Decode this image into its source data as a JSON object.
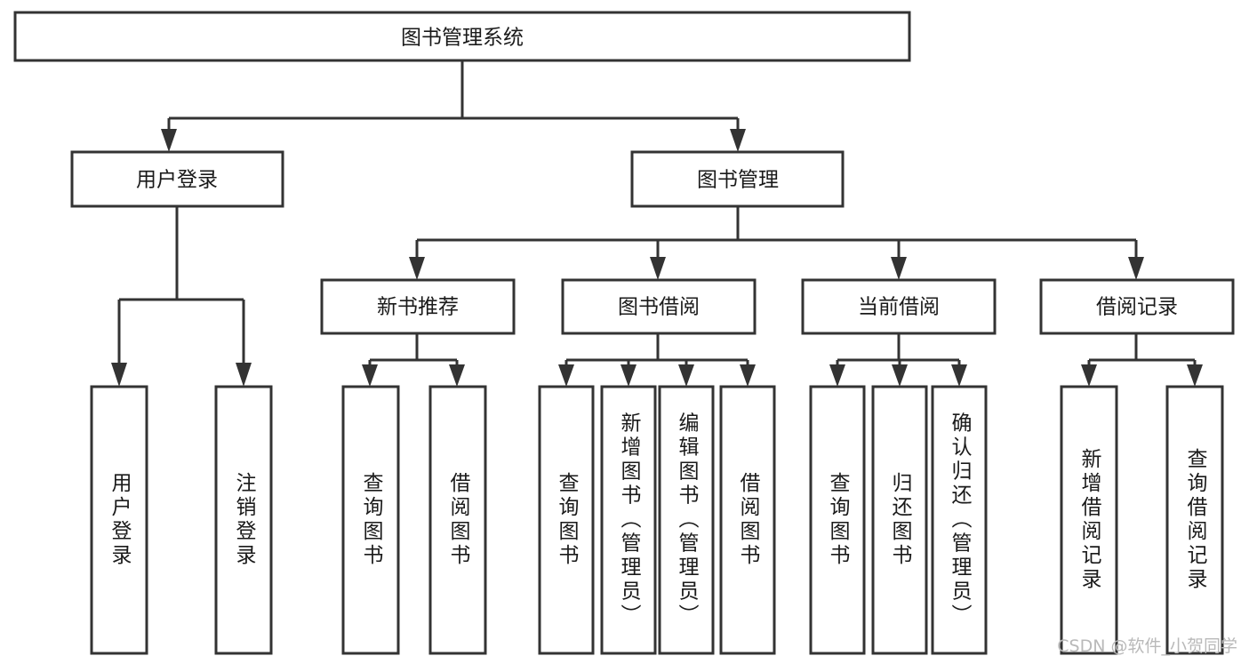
{
  "diagram": {
    "type": "tree-hierarchy",
    "title": "图书管理系统",
    "root": {
      "id": "root",
      "label": "图书管理系统",
      "orientation": "horizontal"
    },
    "level2": [
      {
        "id": "user-login",
        "label": "用户登录",
        "orientation": "horizontal"
      },
      {
        "id": "book-management",
        "label": "图书管理",
        "orientation": "horizontal"
      }
    ],
    "level3": [
      {
        "id": "new-book-recommend",
        "label": "新书推荐",
        "orientation": "horizontal",
        "parent": "book-management"
      },
      {
        "id": "book-borrow",
        "label": "图书借阅",
        "orientation": "horizontal",
        "parent": "book-management"
      },
      {
        "id": "current-borrow",
        "label": "当前借阅",
        "orientation": "horizontal",
        "parent": "book-management"
      },
      {
        "id": "borrow-record",
        "label": "借阅记录",
        "orientation": "horizontal",
        "parent": "book-management"
      }
    ],
    "leaves": [
      {
        "id": "leaf-user-login",
        "label": "用户登录",
        "orientation": "vertical",
        "parent": "user-login"
      },
      {
        "id": "leaf-user-logout",
        "label": "注销登录",
        "orientation": "vertical",
        "parent": "user-login"
      },
      {
        "id": "leaf-query-book-1",
        "label": "查询图书",
        "orientation": "vertical",
        "parent": "new-book-recommend"
      },
      {
        "id": "leaf-borrow-book-1",
        "label": "借阅图书",
        "orientation": "vertical",
        "parent": "new-book-recommend"
      },
      {
        "id": "leaf-query-book-2",
        "label": "查询图书",
        "orientation": "vertical",
        "parent": "book-borrow"
      },
      {
        "id": "leaf-add-book",
        "label": "新增图书（管理员）",
        "orientation": "vertical",
        "parent": "book-borrow"
      },
      {
        "id": "leaf-edit-book",
        "label": "编辑图书（管理员）",
        "orientation": "vertical",
        "parent": "book-borrow"
      },
      {
        "id": "leaf-borrow-book-2",
        "label": "借阅图书",
        "orientation": "vertical",
        "parent": "book-borrow"
      },
      {
        "id": "leaf-query-book-3",
        "label": "查询图书",
        "orientation": "vertical",
        "parent": "current-borrow"
      },
      {
        "id": "leaf-return-book",
        "label": "归还图书",
        "orientation": "vertical",
        "parent": "current-borrow"
      },
      {
        "id": "leaf-confirm-return",
        "label": "确认归还（管理员）",
        "orientation": "vertical",
        "parent": "current-borrow"
      },
      {
        "id": "leaf-add-record",
        "label": "新增借阅记录",
        "orientation": "vertical",
        "parent": "borrow-record"
      },
      {
        "id": "leaf-query-record",
        "label": "查询借阅记录",
        "orientation": "vertical",
        "parent": "borrow-record"
      }
    ]
  },
  "watermark": {
    "text": "CSDN @软件_小贺同学"
  },
  "colors": {
    "stroke": "#333333",
    "fill": "#ffffff",
    "text": "#1a1a1a",
    "watermark": "#b9b9b9",
    "background": "#ffffff"
  }
}
